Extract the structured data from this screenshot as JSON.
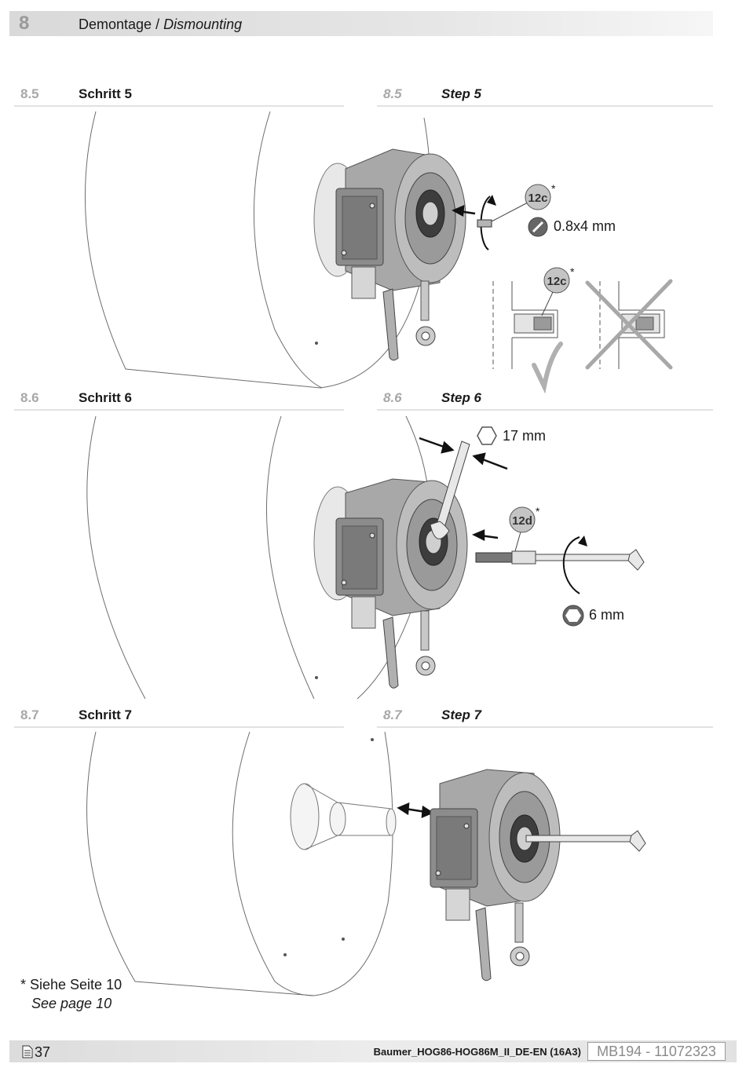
{
  "header": {
    "chapter_number": "8",
    "title_de": "Demontage",
    "title_sep": " / ",
    "title_en": "Dismounting"
  },
  "steps": [
    {
      "number": "8.5",
      "title_de": "Schritt 5",
      "title_en": "Step 5"
    },
    {
      "number": "8.6",
      "title_de": "Schritt 6",
      "title_en": "Step 6"
    },
    {
      "number": "8.7",
      "title_de": "Schritt 7",
      "title_en": "Step 7"
    }
  ],
  "step5": {
    "callout_main": "12c",
    "callout_detail": "12c",
    "asterisk": "*",
    "screwdriver_size": "0.8x4 mm",
    "icons": [
      "flat-screwdriver-icon",
      "checkmark-icon",
      "cross-out-icon"
    ]
  },
  "step6": {
    "wrench_size": "17 mm",
    "callout": "12d",
    "asterisk": "*",
    "hex_key_size": "6 mm",
    "icons": [
      "hex-wrench-icon",
      "hex-key-icon",
      "rotate-arrow-icon"
    ]
  },
  "footnote": {
    "de": "* Siehe Seite 10",
    "en": "See page 10"
  },
  "footer": {
    "page_number": "37",
    "document_name": "Baumer_HOG86-HOG86M_II_DE-EN (16A3)",
    "document_code": "MB194 - 11072323",
    "page_icon": "document-page-icon"
  },
  "colors": {
    "header_bar": "#d9d9d9",
    "step_number": "#a8a8a8",
    "encoder_body": "#9c9c9c",
    "line_art": "#555555"
  }
}
